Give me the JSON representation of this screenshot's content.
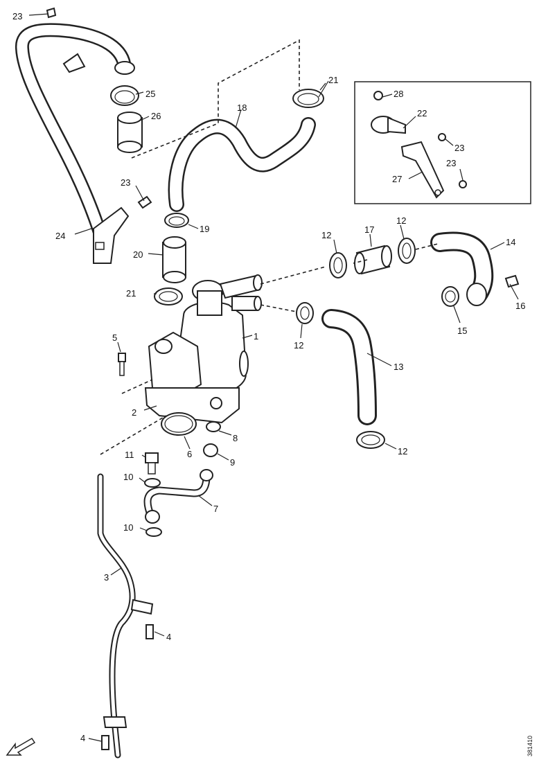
{
  "callouts": [
    {
      "key": "p23a",
      "label": "23"
    },
    {
      "key": "p25",
      "label": "25"
    },
    {
      "key": "p26",
      "label": "26"
    },
    {
      "key": "p21a",
      "label": "21"
    },
    {
      "key": "p18",
      "label": "18"
    },
    {
      "key": "p28",
      "label": "28"
    },
    {
      "key": "p22",
      "label": "22"
    },
    {
      "key": "p23b",
      "label": "23"
    },
    {
      "key": "p23c",
      "label": "23"
    },
    {
      "key": "p27",
      "label": "27"
    },
    {
      "key": "p23d",
      "label": "23"
    },
    {
      "key": "p24",
      "label": "24"
    },
    {
      "key": "p19",
      "label": "19"
    },
    {
      "key": "p20",
      "label": "20"
    },
    {
      "key": "p12a",
      "label": "12"
    },
    {
      "key": "p17",
      "label": "17"
    },
    {
      "key": "p12b",
      "label": "12"
    },
    {
      "key": "p14",
      "label": "14"
    },
    {
      "key": "p21b",
      "label": "21"
    },
    {
      "key": "p1",
      "label": "1"
    },
    {
      "key": "p12c",
      "label": "12"
    },
    {
      "key": "p15",
      "label": "15"
    },
    {
      "key": "p16",
      "label": "16"
    },
    {
      "key": "p5",
      "label": "5"
    },
    {
      "key": "p13",
      "label": "13"
    },
    {
      "key": "p2",
      "label": "2"
    },
    {
      "key": "p6",
      "label": "6"
    },
    {
      "key": "p8",
      "label": "8"
    },
    {
      "key": "p12d",
      "label": "12"
    },
    {
      "key": "p11",
      "label": "11"
    },
    {
      "key": "p9",
      "label": "9"
    },
    {
      "key": "p10a",
      "label": "10"
    },
    {
      "key": "p7",
      "label": "7"
    },
    {
      "key": "p10b",
      "label": "10"
    },
    {
      "key": "p3",
      "label": "3"
    },
    {
      "key": "p4a",
      "label": "4"
    },
    {
      "key": "p4b",
      "label": "4"
    }
  ],
  "document_id": "381410",
  "icons": {
    "direction_arrow": "arrow-down-left-icon"
  }
}
